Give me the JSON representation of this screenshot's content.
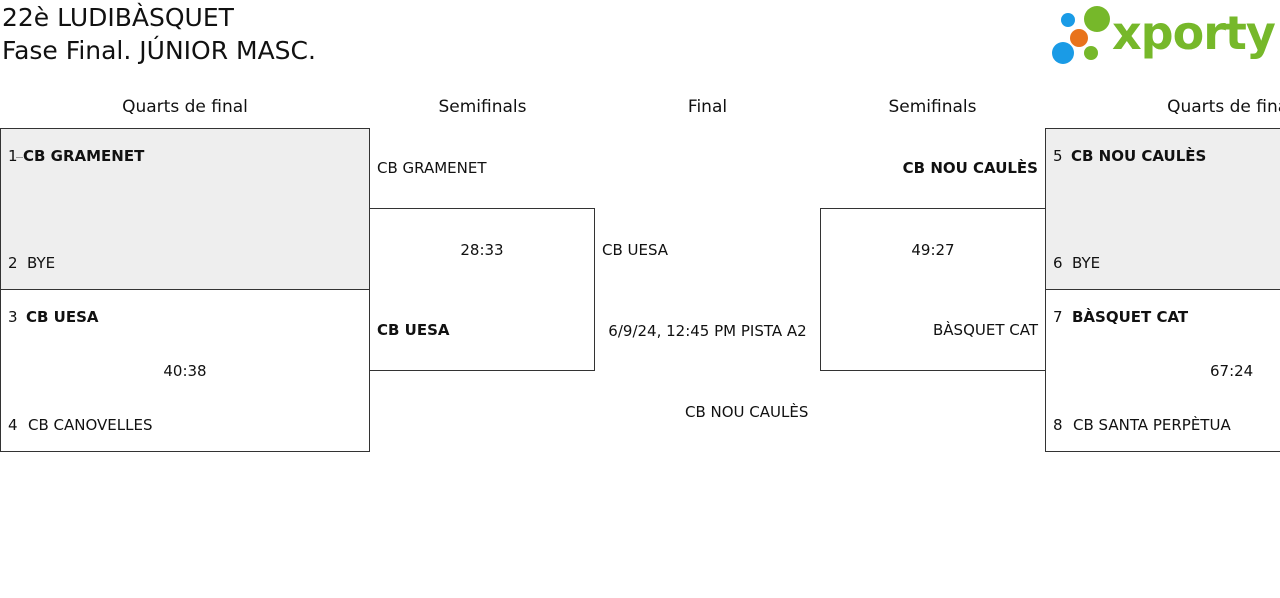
{
  "header": {
    "title_line1": "22è LUDIBÀSQUET",
    "title_line2": "Fase Final. JÚNIOR MASC."
  },
  "logo": {
    "text": "xporty",
    "colors": {
      "green": "#76b82a",
      "blue": "#1a9be6",
      "orange": "#e8731c"
    }
  },
  "rounds": {
    "left_quarters": "Quarts de final",
    "left_semis": "Semifinals",
    "final": "Final",
    "right_semis": "Semifinals",
    "right_quarters": "Quarts de final"
  },
  "left_qf": {
    "match1": {
      "seed_a": "1",
      "team_a": "CB GRAMENET",
      "seed_b": "2",
      "team_b": "BYE"
    },
    "match2": {
      "seed_a": "3",
      "team_a": "CB UESA",
      "score": "40:38",
      "seed_b": "4",
      "team_b": "CB CANOVELLES"
    }
  },
  "left_sf": {
    "team_a": "CB GRAMENET",
    "score": "28:33",
    "team_b": "CB UESA"
  },
  "final": {
    "team_a": "CB UESA",
    "info": "6/9/24, 12:45 PM PISTA A2",
    "team_b": "CB NOU CAULÈS"
  },
  "right_sf": {
    "team_a": "CB NOU CAULÈS",
    "score": "49:27",
    "team_b": "BÀSQUET CAT"
  },
  "right_qf": {
    "match1": {
      "seed_a": "5",
      "team_a": "CB NOU CAULÈS",
      "seed_b": "6",
      "team_b": "BYE"
    },
    "match2": {
      "seed_a": "7",
      "team_a": "BÀSQUET CAT",
      "score": "67:24",
      "seed_b": "8",
      "team_b": "CB SANTA PERPÈTUA"
    }
  }
}
